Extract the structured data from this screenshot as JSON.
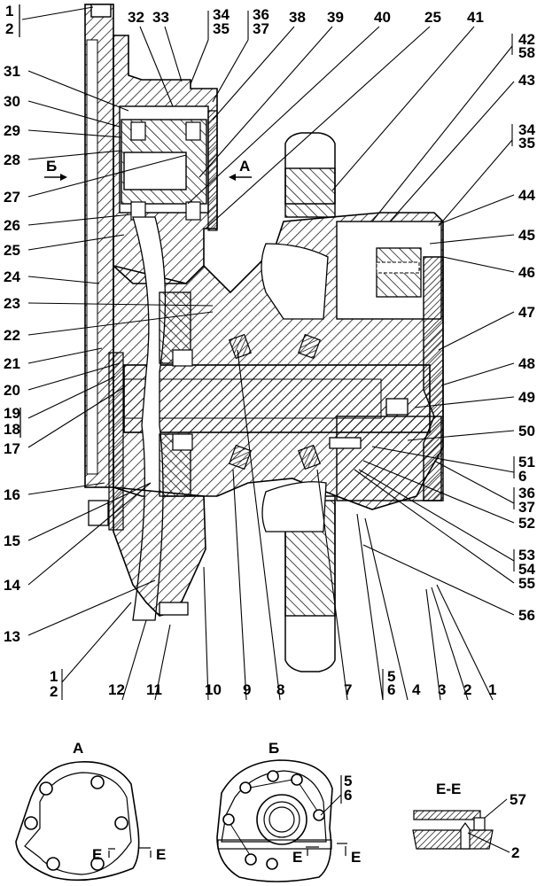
{
  "drawing": {
    "type": "gearbox assembly cross-section",
    "main_view_callouts": {
      "top": [
        "32",
        "33",
        "34|35",
        "36|37",
        "38",
        "39",
        "40",
        "25",
        "41",
        "42|58"
      ],
      "left": [
        "1|2",
        "31",
        "30",
        "29",
        "28",
        "27",
        "26",
        "25",
        "24",
        "23",
        "22",
        "21",
        "20",
        "19|18",
        "17",
        "16",
        "15",
        "14",
        "13"
      ],
      "right": [
        "43",
        "34|35",
        "44",
        "45",
        "46",
        "47",
        "48",
        "49",
        "50",
        "51|6",
        "36|37",
        "52",
        "53|54",
        "55",
        "56"
      ],
      "bottom": [
        "1|2",
        "12",
        "11",
        "10",
        "9",
        "8",
        "7",
        "5|6",
        "4",
        "3",
        "2",
        "1"
      ]
    },
    "view_arrows": [
      {
        "letter": "Б",
        "direction": "right"
      },
      {
        "letter": "А",
        "direction": "left"
      }
    ],
    "auxiliary_views": [
      {
        "title": "А",
        "section_mark": "Е",
        "callouts": []
      },
      {
        "title": "Б",
        "section_mark": "Е",
        "callouts": [
          "5|6"
        ]
      },
      {
        "title": "Е-Е",
        "callouts": [
          "57",
          "2"
        ]
      }
    ]
  },
  "labels": {
    "l1_2_top": [
      "1",
      "2"
    ],
    "l31": "31",
    "l30": "30",
    "l29": "29",
    "l28": "28",
    "l27": "27",
    "l26": "26",
    "l25a": "25",
    "l24": "24",
    "l23": "23",
    "l22": "22",
    "l21": "21",
    "l20": "20",
    "l19_18": [
      "19",
      "18"
    ],
    "l17": "17",
    "l16": "16",
    "l15": "15",
    "l14": "14",
    "l13": "13",
    "l1_2_bot": [
      "1",
      "2"
    ],
    "l12": "12",
    "l11": "11",
    "l10": "10",
    "l9": "9",
    "l8": "8",
    "l7": "7",
    "l5_6": [
      "5",
      "6"
    ],
    "l4": "4",
    "l3": "3",
    "l2": "2",
    "l1": "1",
    "l32": "32",
    "l33": "33",
    "l34_35_top": [
      "34",
      "35"
    ],
    "l36_37_top": [
      "36",
      "37"
    ],
    "l38": "38",
    "l39": "39",
    "l40": "40",
    "l25b": "25",
    "l41": "41",
    "l42_58": [
      "42",
      "58"
    ],
    "l43": "43",
    "l34_35_right": [
      "34",
      "35"
    ],
    "l44": "44",
    "l45": "45",
    "l46": "46",
    "l47": "47",
    "l48": "48",
    "l49": "49",
    "l50": "50",
    "l51_6": [
      "51",
      "6"
    ],
    "l36_37_right": [
      "36",
      "37"
    ],
    "l52": "52",
    "l53_54": [
      "53",
      "54"
    ],
    "l55": "55",
    "l56": "56",
    "arrow_b": "Б",
    "arrow_a": "А",
    "view_a_title": "А",
    "view_b_title": "Б",
    "view_ee_title": "Е-Е",
    "sec_e": "Е",
    "view_b_5_6": [
      "5",
      "6"
    ],
    "ee_57": "57",
    "ee_2": "2"
  }
}
